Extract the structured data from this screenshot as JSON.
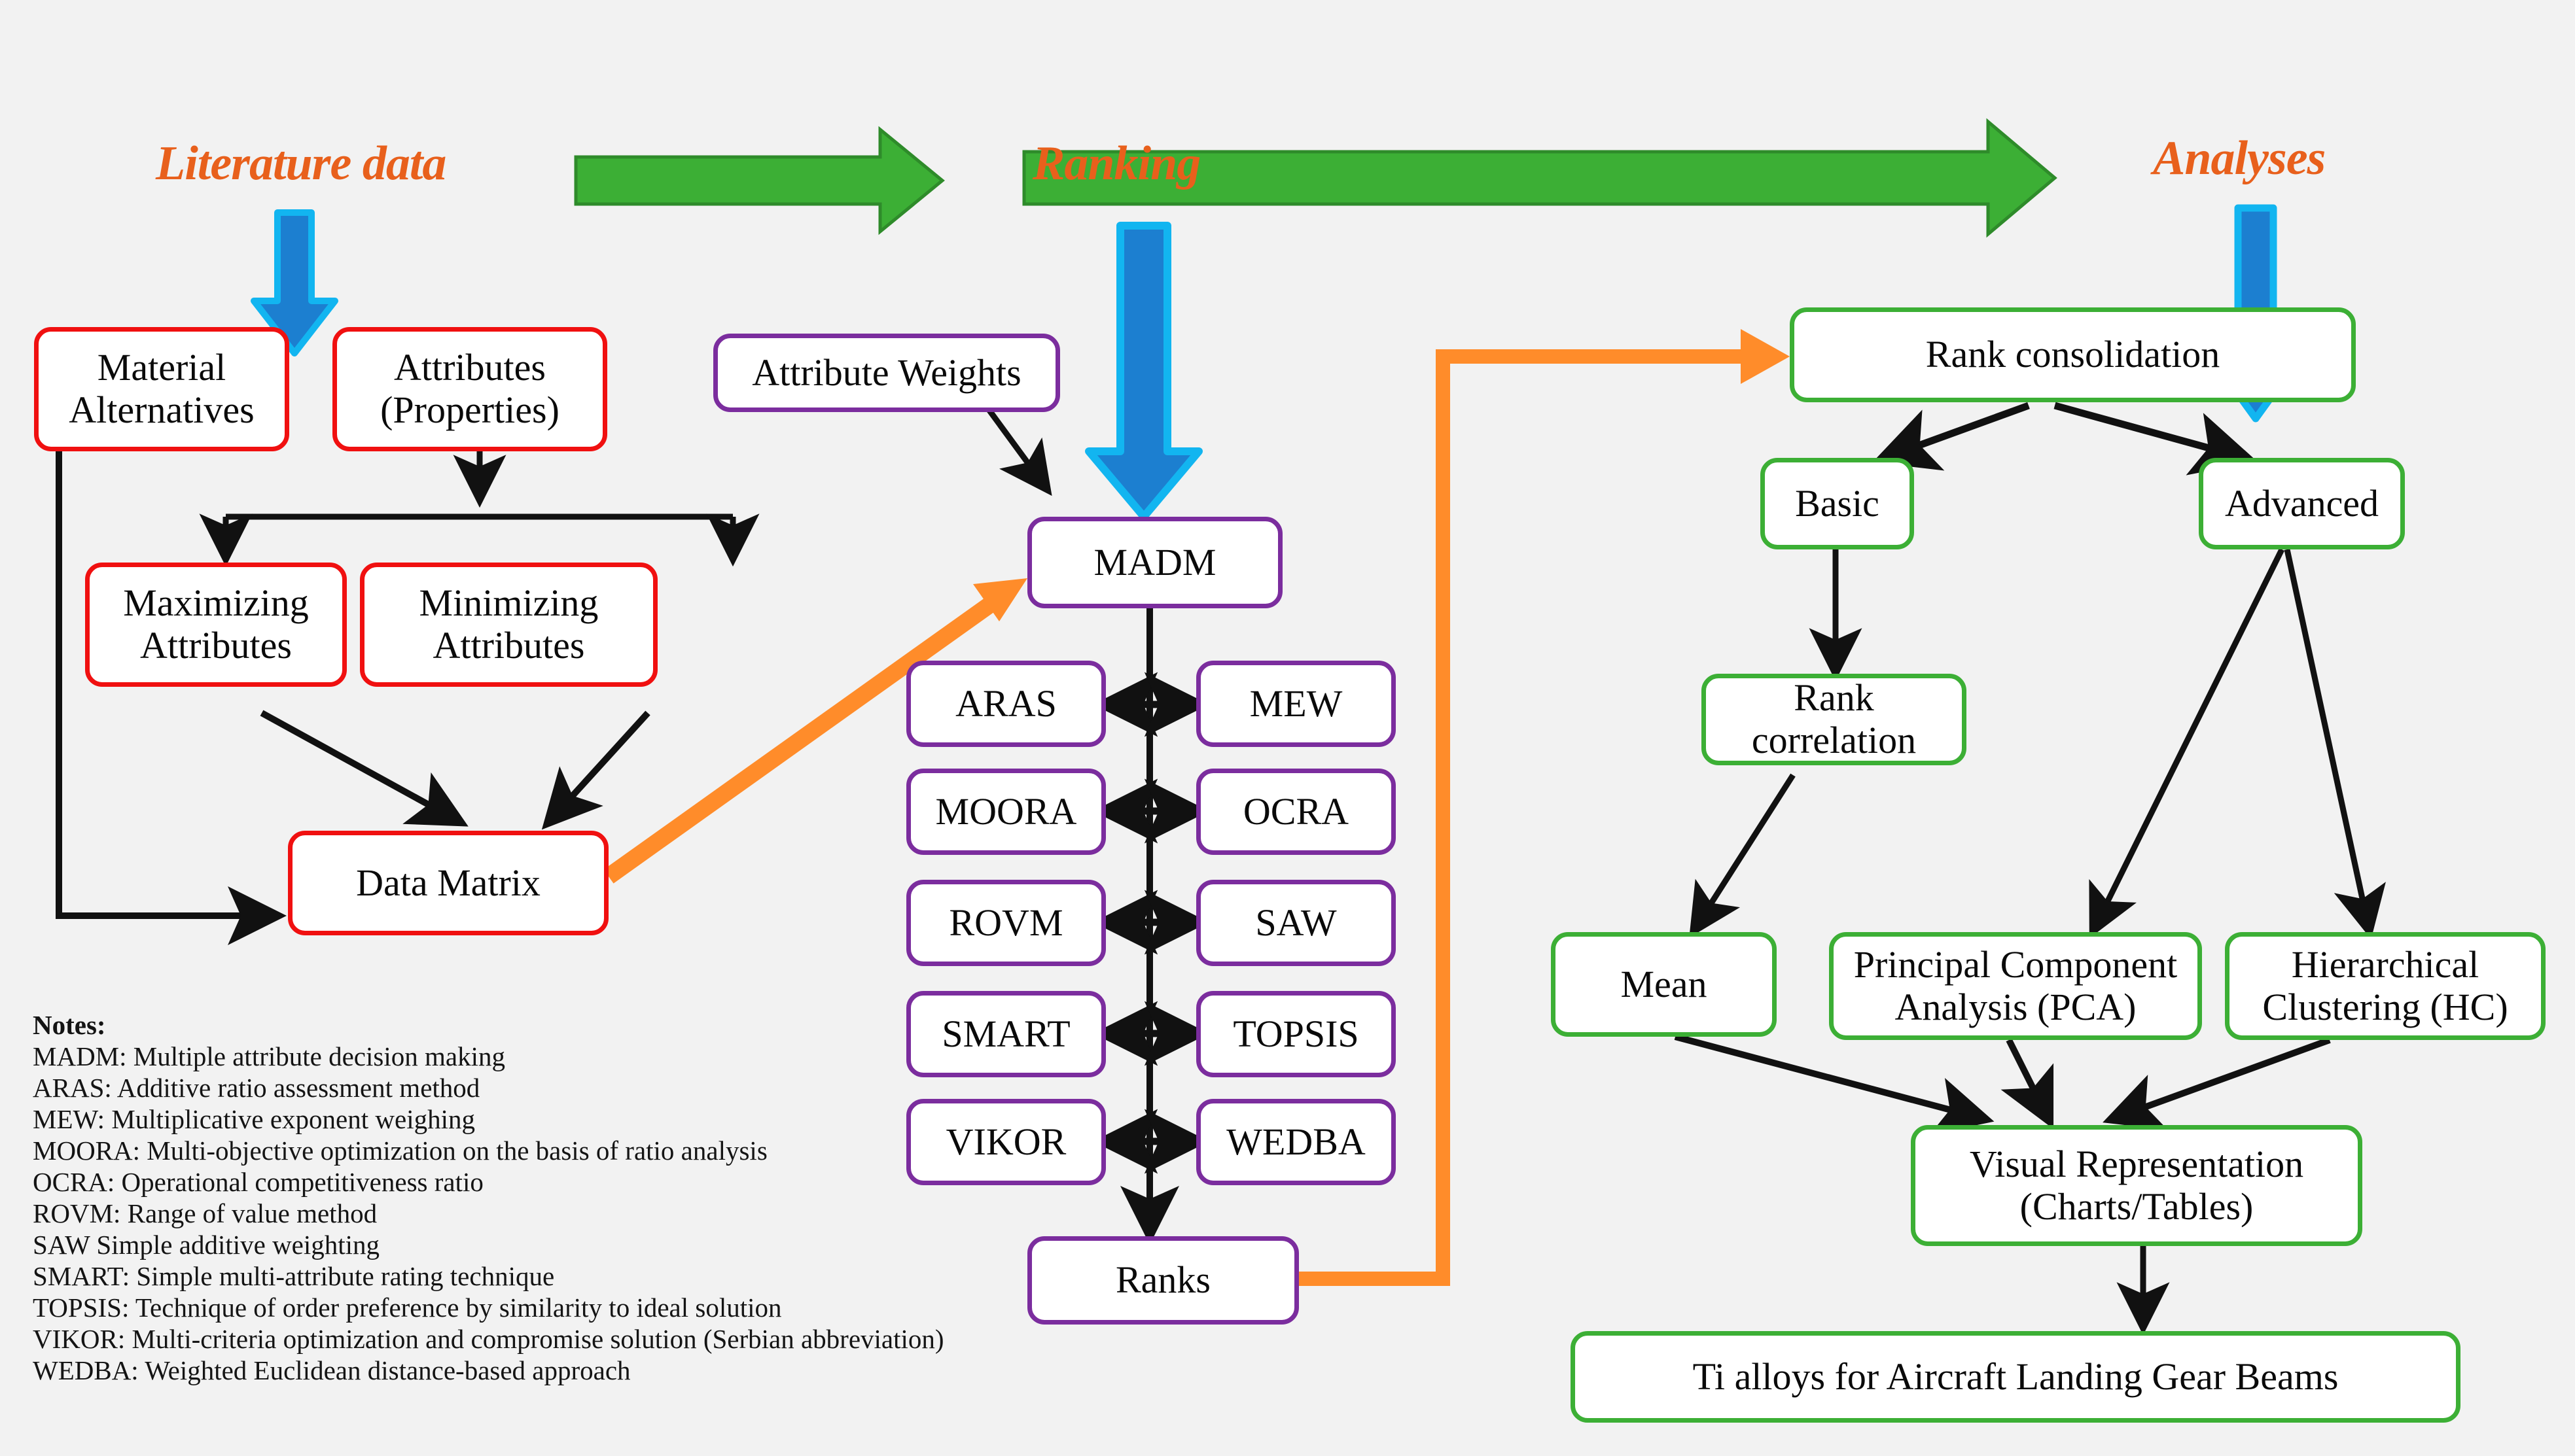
{
  "diagram": {
    "title": "Material selection framework flowchart for Ti alloys",
    "background_color": "#f2f2f2",
    "accent_colors": {
      "phase_title": "#E8601C",
      "stage_arrow_green": "#3CAF35",
      "stage_arrow_blue": "#1C84D6",
      "flow_arrow_orange": "#FF8C2A",
      "node_border_red": "#F01010",
      "node_border_purple": "#7B2D9E",
      "node_border_green": "#3CAF35",
      "connector_black": "#111111"
    }
  },
  "phases": [
    {
      "id": "literature",
      "label": "Literature data"
    },
    {
      "id": "ranking",
      "label": "Ranking"
    },
    {
      "id": "analyses",
      "label": "Analyses"
    }
  ],
  "inputs": {
    "material_alternatives": "Material\nAlternatives",
    "material_alternatives_line1": "Material",
    "material_alternatives_line2": "Alternatives",
    "attributes_line1": "Attributes",
    "attributes_line2": "(Properties)",
    "maximizing_line1": "Maximizing",
    "maximizing_line2": "Attributes",
    "minimizing_line1": "Minimizing",
    "minimizing_line2": "Attributes",
    "data_matrix": "Data Matrix"
  },
  "ranking": {
    "attribute_weights": "Attribute Weights",
    "madm": "MADM",
    "ranks": "Ranks",
    "methods_left": [
      "ARAS",
      "MOORA",
      "ROVM",
      "SMART",
      "VIKOR"
    ],
    "methods_right": [
      "MEW",
      "OCRA",
      "SAW",
      "TOPSIS",
      "WEDBA"
    ]
  },
  "analyses": {
    "rank_consolidation": "Rank consolidation",
    "basic": "Basic",
    "advanced": "Advanced",
    "rank_correlation": "Rank correlation",
    "mean": "Mean",
    "pca_line1": "Principal Component",
    "pca_line2": "Analysis (PCA)",
    "hc_line1": "Hierarchical",
    "hc_line2": "Clustering (HC)",
    "visual_line1": "Visual Representation",
    "visual_line2": "(Charts/Tables)",
    "outcome": "Ti alloys for Aircraft Landing  Gear Beams"
  },
  "notes": {
    "heading": "Notes:",
    "items": [
      "MADM: Multiple  attribute decision making",
      "ARAS: Additive  ratio assessment method",
      "MEW: Multiplicative  exponent weighing",
      "MOORA: Multi-objective  optimization  on the basis of ratio analysis",
      "OCRA: Operational competitiveness ratio",
      "ROVM: Range of value method",
      "SAW Simple  additive  weighting",
      "SMART: Simple  multi-attribute  rating technique",
      "TOPSIS: Technique of order preference by similarity  to ideal solution",
      "VIKOR: Multi-criteria  optimization  and compromise  solution  (Serbian abbreviation)",
      "WEDBA: Weighted Euclidean  distance-based approach"
    ]
  }
}
